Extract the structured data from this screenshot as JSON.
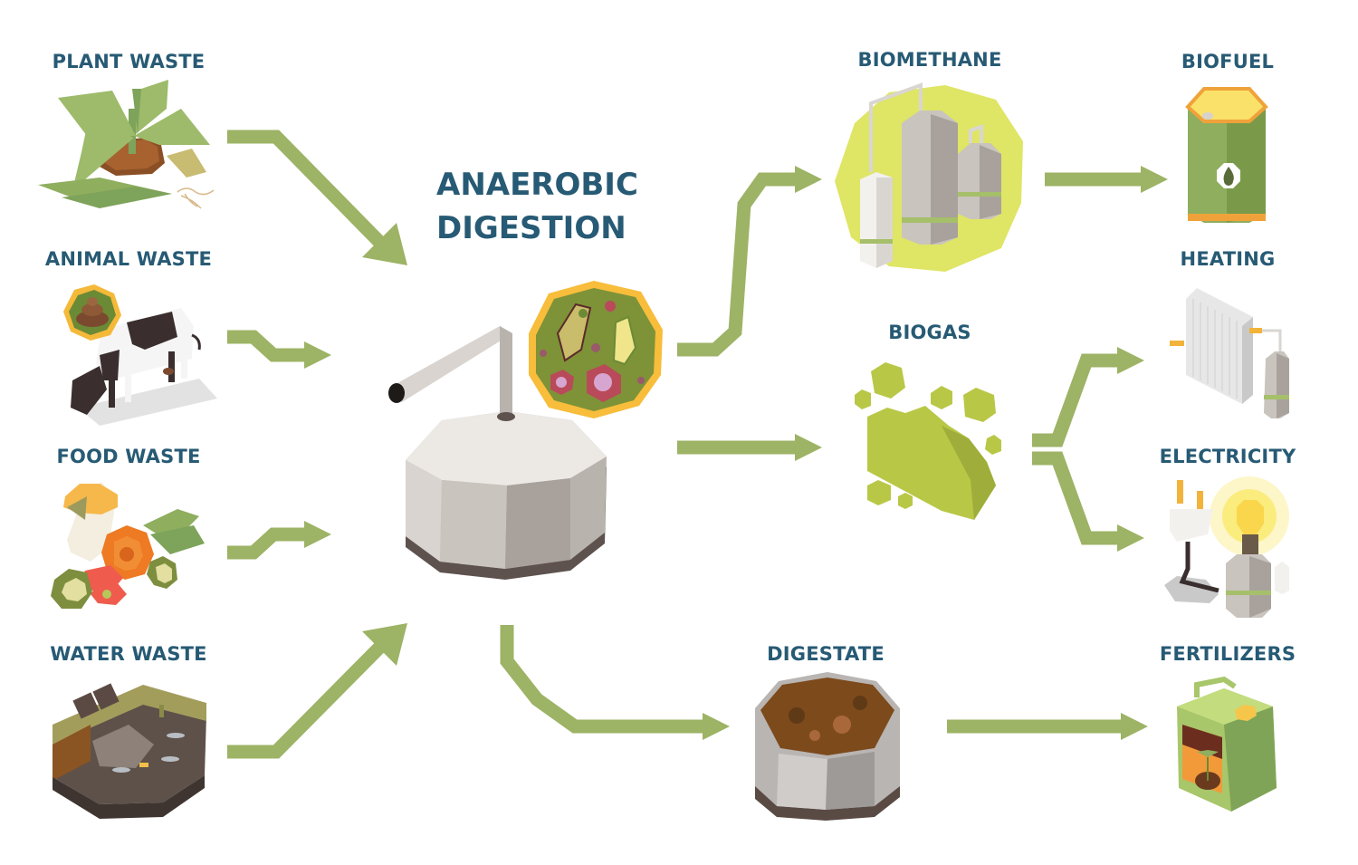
{
  "title": {
    "line1": "ANAEROBIC",
    "line2": "DIGESTION"
  },
  "inputs": [
    {
      "label": "PLANT WASTE",
      "icon": "plant-icon"
    },
    {
      "label": "ANIMAL WASTE",
      "icon": "cow-icon"
    },
    {
      "label": "FOOD WASTE",
      "icon": "food-scraps-icon"
    },
    {
      "label": "WATER WASTE",
      "icon": "sewage-icon"
    }
  ],
  "process": {
    "icon": "digester-tank-icon",
    "detail_icon": "bacteria-icon"
  },
  "intermediates": [
    {
      "label": "BIOMETHANE",
      "icon": "gas-purifier-tanks-icon"
    },
    {
      "label": "BIOGAS",
      "icon": "gas-cloud-icon"
    },
    {
      "label": "DIGESTATE",
      "icon": "digestate-tank-icon"
    }
  ],
  "outputs": [
    {
      "label": "BIOFUEL",
      "icon": "fuel-barrel-icon"
    },
    {
      "label": "HEATING",
      "icon": "radiator-icon"
    },
    {
      "label": "ELECTRICITY",
      "icon": "light-bulb-plug-icon"
    },
    {
      "label": "FERTILIZERS",
      "icon": "fertilizer-canister-icon"
    }
  ],
  "colors": {
    "arrow": "#9db365",
    "text": "#275a74",
    "lime": "#dfe565",
    "gas": "#b9c746"
  }
}
